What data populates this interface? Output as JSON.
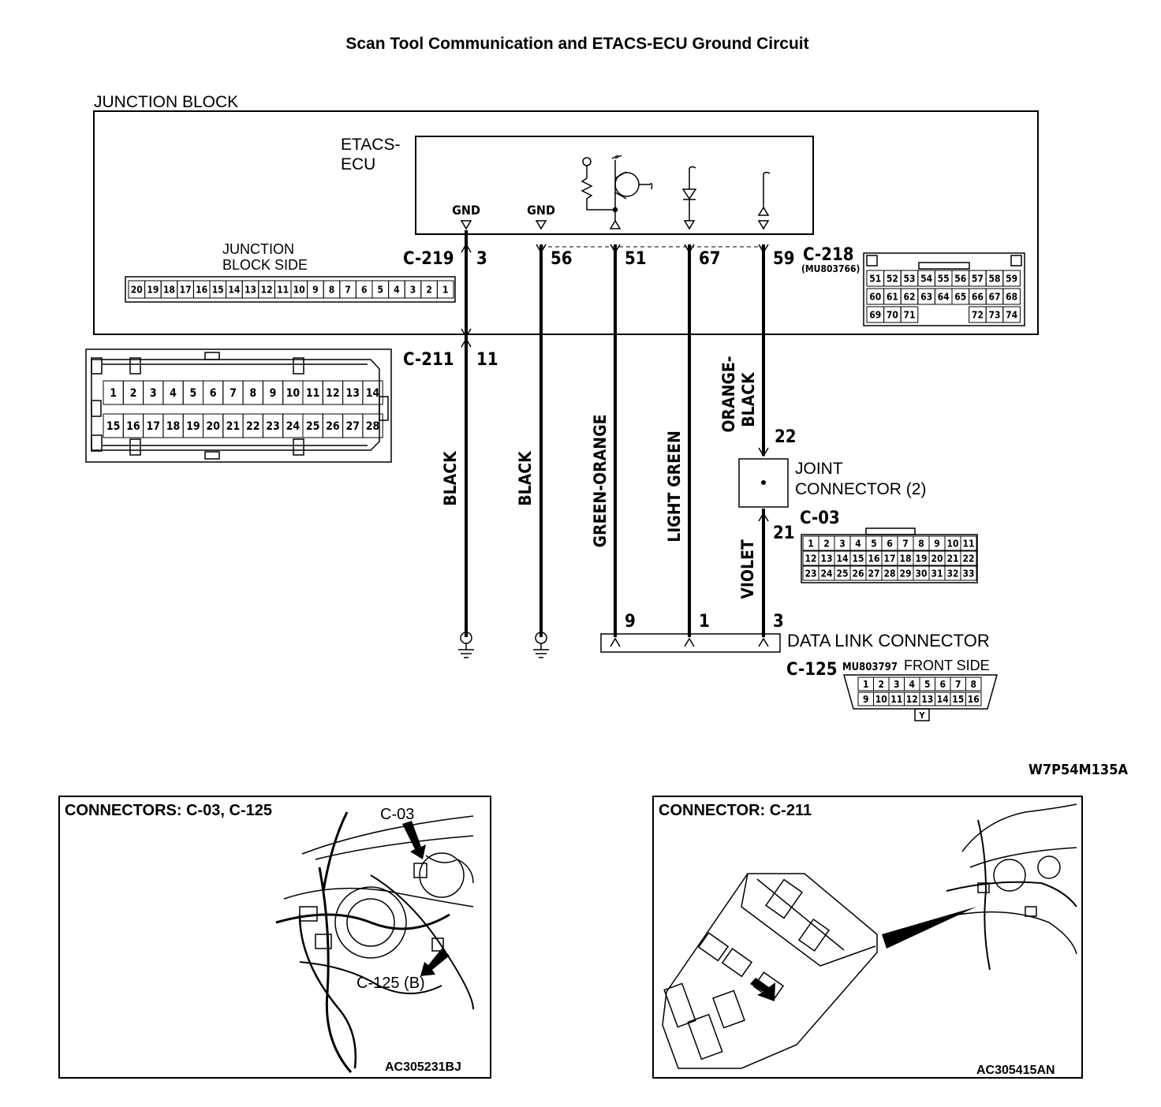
{
  "title": "Scan Tool Communication and ETACS-ECU Ground Circuit",
  "figure_code": "W7P54M135A",
  "junction_block": {
    "label": "JUNCTION BLOCK",
    "ecu_label_line1": "ETACS-",
    "ecu_label_line2": "ECU",
    "gnd_label": "GND",
    "side_label_line1": "JUNCTION",
    "side_label_line2": "BLOCK SIDE",
    "side_pins": [
      "20",
      "19",
      "18",
      "17",
      "16",
      "15",
      "14",
      "13",
      "12",
      "11",
      "10",
      "9",
      "8",
      "7",
      "6",
      "5",
      "4",
      "3",
      "2",
      "1"
    ]
  },
  "connectors": {
    "c219": {
      "id": "C-219",
      "pin": "3"
    },
    "c218": {
      "id": "C-218",
      "part": "(MU803766)",
      "row1": [
        "51",
        "52",
        "53",
        "54",
        "55",
        "56",
        "57",
        "58",
        "59"
      ],
      "row2": [
        "60",
        "61",
        "62",
        "63",
        "64",
        "65",
        "66",
        "67",
        "68"
      ],
      "row3": [
        "69",
        "70",
        "71",
        "",
        "",
        "",
        "72",
        "73",
        "74"
      ]
    },
    "c211": {
      "id": "C-211",
      "pin": "11",
      "row1": [
        "1",
        "2",
        "3",
        "4",
        "5",
        "6",
        "7",
        "8",
        "9",
        "10",
        "11",
        "12",
        "13",
        "14"
      ],
      "row2": [
        "15",
        "16",
        "17",
        "18",
        "19",
        "20",
        "21",
        "22",
        "23",
        "24",
        "25",
        "26",
        "27",
        "28"
      ]
    },
    "c03": {
      "id": "C-03",
      "row1": [
        "1",
        "2",
        "3",
        "4",
        "5",
        "6",
        "7",
        "8",
        "9",
        "10",
        "11"
      ],
      "row2": [
        "12",
        "13",
        "14",
        "15",
        "16",
        "17",
        "18",
        "19",
        "20",
        "21",
        "22"
      ],
      "row3": [
        "23",
        "24",
        "25",
        "26",
        "27",
        "28",
        "29",
        "30",
        "31",
        "32",
        "33"
      ]
    },
    "c125": {
      "id": "C-125",
      "part": "MU803797",
      "side": "FRONT SIDE",
      "row1": [
        "1",
        "2",
        "3",
        "4",
        "5",
        "6",
        "7",
        "8"
      ],
      "row2": [
        "9",
        "10",
        "11",
        "12",
        "13",
        "14",
        "15",
        "16"
      ],
      "key": "Y"
    }
  },
  "pins": {
    "p56": "56",
    "p51": "51",
    "p67": "67",
    "p59": "59",
    "p22": "22",
    "p21": "21",
    "d9": "9",
    "d1": "1",
    "d3": "3"
  },
  "wires": {
    "w1": "BLACK",
    "w2": "BLACK",
    "w3": "GREEN-ORANGE",
    "w4": "LIGHT GREEN",
    "w5a": "ORANGE-",
    "w5b": "BLACK",
    "w6": "VIOLET"
  },
  "joint_connector": {
    "line1": "JOINT",
    "line2": "CONNECTOR (2)"
  },
  "data_link_connector": "DATA LINK CONNECTOR",
  "inset_left": {
    "title": "CONNECTORS: C-03, C-125",
    "callout_a": "C-03",
    "callout_b": "C-125 (B)",
    "code": "AC305231BJ"
  },
  "inset_right": {
    "title": "CONNECTOR: C-211",
    "code": "AC305415AN"
  }
}
